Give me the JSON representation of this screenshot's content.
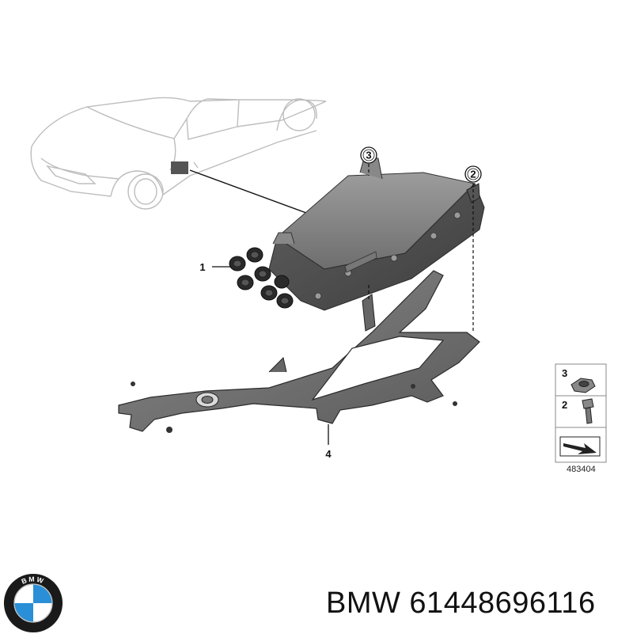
{
  "callouts": {
    "c1": "1",
    "c2": "2",
    "c3": "3",
    "c4": "4"
  },
  "legend": {
    "item3": "3",
    "item2": "2",
    "ref_code": "483404"
  },
  "footer": {
    "brand_part": "BMW 61448696116"
  },
  "logo": {
    "brand_letters": "BMW",
    "colors": {
      "ring": "#1a1a1a",
      "blue": "#2a8fd6",
      "white": "#ffffff"
    }
  }
}
